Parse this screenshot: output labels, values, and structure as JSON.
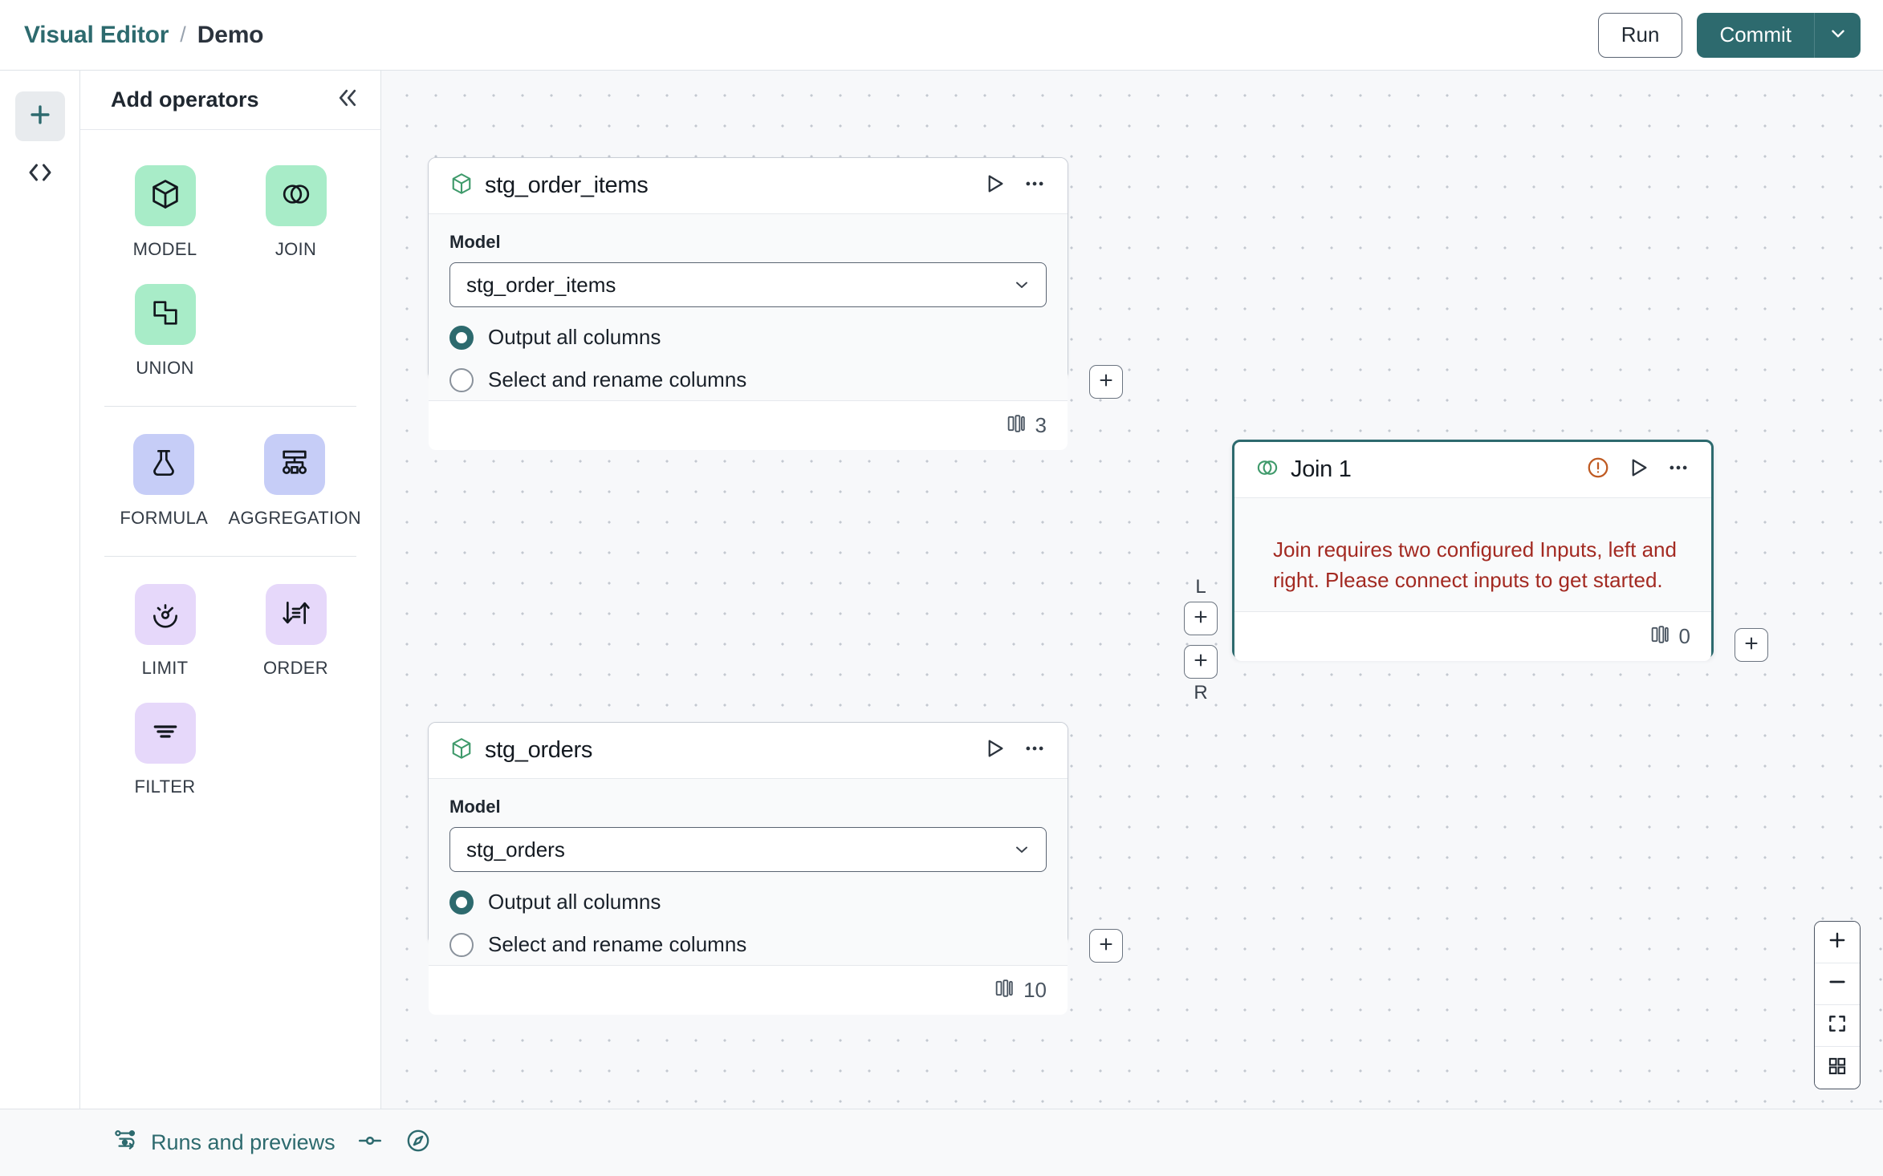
{
  "header": {
    "breadcrumb_root": "Visual Editor",
    "breadcrumb_sep": "/",
    "breadcrumb_current": "Demo",
    "run_label": "Run",
    "commit_label": "Commit",
    "commit_caret_icon": "chevron-down-icon",
    "accent_teal": "#2d6a6e"
  },
  "rail": {
    "items": [
      {
        "icon": "plus-icon",
        "active": true
      },
      {
        "icon": "code-brackets-icon",
        "active": false
      }
    ]
  },
  "panel": {
    "title": "Add operators",
    "collapse_icon": "double-chevron-left-icon",
    "groups": [
      {
        "operators": [
          {
            "label": "MODEL",
            "icon": "cube-icon",
            "tile_color": "#a8ecc8"
          },
          {
            "label": "JOIN",
            "icon": "overlapping-circles-icon",
            "tile_color": "#a8ecc8"
          },
          {
            "label": "UNION",
            "icon": "overlapping-squares-icon",
            "tile_color": "#a8ecc8"
          }
        ]
      },
      {
        "operators": [
          {
            "label": "FORMULA",
            "icon": "flask-icon",
            "tile_color": "#c6cdf7"
          },
          {
            "label": "AGGREGATION",
            "icon": "hierarchy-icon",
            "tile_color": "#c6cdf7"
          }
        ]
      },
      {
        "operators": [
          {
            "label": "LIMIT",
            "icon": "gauge-icon",
            "tile_color": "#e6d8fa"
          },
          {
            "label": "ORDER",
            "icon": "sort-arrows-icon",
            "tile_color": "#e6d8fa"
          },
          {
            "label": "FILTER",
            "icon": "filter-lines-icon",
            "tile_color": "#e6d8fa"
          }
        ]
      }
    ]
  },
  "canvas": {
    "nodes": [
      {
        "id": "stg_order_items",
        "title": "stg_order_items",
        "icon": "cube-icon",
        "selected": false,
        "field_label": "Model",
        "select_value": "stg_order_items",
        "select_caret_icon": "chevron-down-icon",
        "radios": [
          {
            "label": "Output all columns",
            "checked": true
          },
          {
            "label": "Select and rename columns",
            "checked": false
          }
        ],
        "column_count": "3",
        "column_icon": "columns-icon",
        "run_icon": "play-icon",
        "menu_icon": "ellipsis-icon"
      },
      {
        "id": "stg_orders",
        "title": "stg_orders",
        "icon": "cube-icon",
        "selected": false,
        "field_label": "Model",
        "select_value": "stg_orders",
        "select_caret_icon": "chevron-down-icon",
        "radios": [
          {
            "label": "Output all columns",
            "checked": true
          },
          {
            "label": "Select and rename columns",
            "checked": false
          }
        ],
        "column_count": "10",
        "column_icon": "columns-icon",
        "run_icon": "play-icon",
        "menu_icon": "ellipsis-icon"
      },
      {
        "id": "join_1",
        "title": "Join 1",
        "icon": "overlapping-circles-icon",
        "selected": true,
        "warning_icon": "warning-circle-icon",
        "warning_color": "#bf5a22",
        "error_text": "Join requires two configured Inputs, left and right. Please connect inputs to get started.",
        "error_color": "#a32a22",
        "column_count": "0",
        "column_icon": "columns-icon",
        "run_icon": "play-icon",
        "menu_icon": "ellipsis-icon"
      }
    ],
    "handles": {
      "left_tag": "L",
      "right_tag": "R",
      "add_icon": "plus-icon"
    },
    "zoom_controls": [
      {
        "icon": "zoom-in-icon"
      },
      {
        "icon": "zoom-out-icon"
      },
      {
        "icon": "fit-view-icon"
      },
      {
        "icon": "minimap-icon"
      }
    ]
  },
  "footer": {
    "runs_label": "Runs and previews",
    "runs_icon": "pipeline-icon",
    "toggle_icon": "slider-toggle-icon",
    "compass_icon": "compass-icon"
  }
}
